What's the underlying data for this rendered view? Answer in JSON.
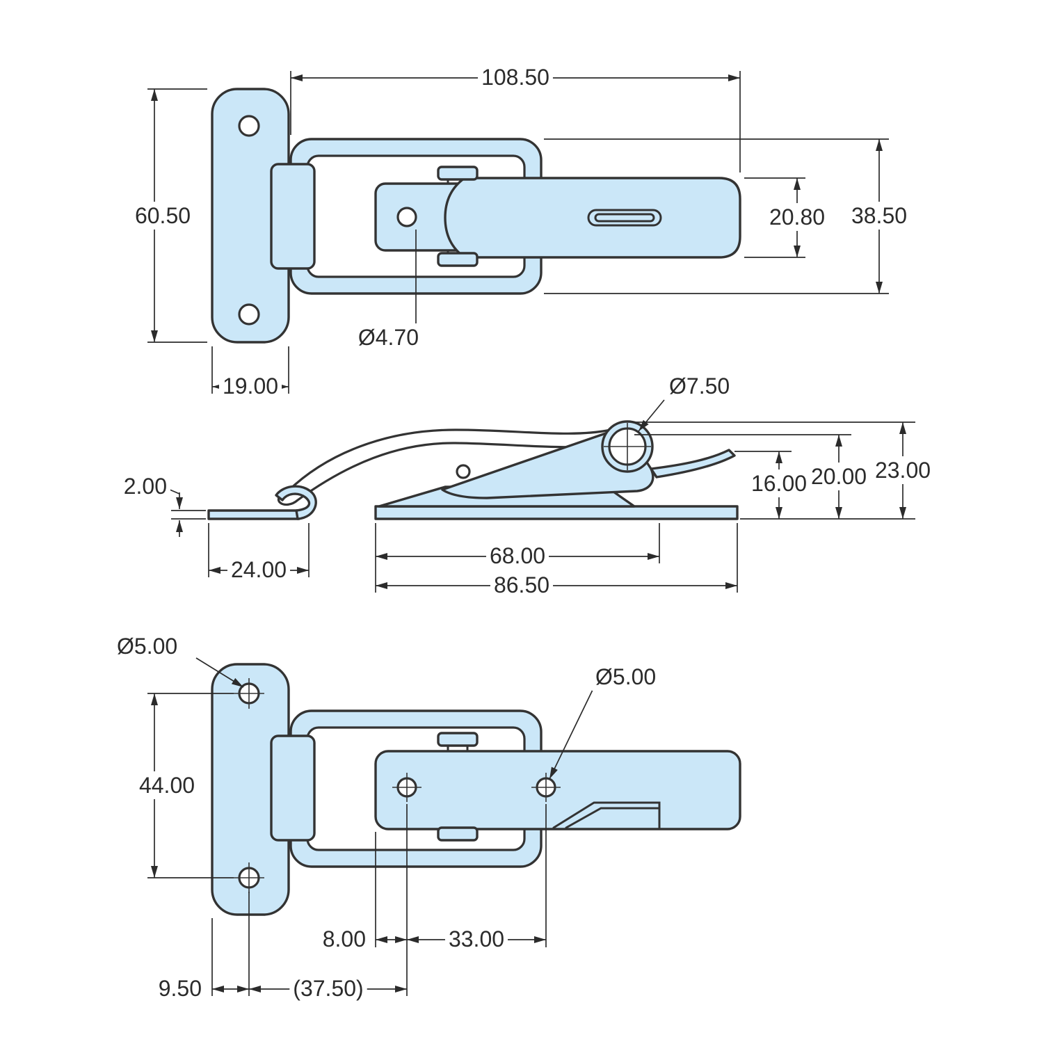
{
  "colors": {
    "part_fill": "#cbe7f8",
    "part_stroke": "#333333",
    "dim_color": "#2b2b2b",
    "background": "#ffffff"
  },
  "views": {
    "top": {
      "dims": {
        "overall_length": "108.50",
        "plate_height": "60.50",
        "lever_width": "20.80",
        "frame_width": "38.50",
        "tongue_hole_dia": "Ø4.70",
        "plate_width": "19.00"
      }
    },
    "side": {
      "dims": {
        "pivot_hole_dia": "Ø7.50",
        "keeper_thickness": "2.00",
        "keeper_length": "24.00",
        "base_length": "68.00",
        "overall_length": "86.50",
        "height_to_tail": "16.00",
        "height_to_spring": "20.00",
        "overall_height": "23.00"
      }
    },
    "bottom": {
      "dims": {
        "plate_hole_dia": "Ø5.00",
        "lever_hole_dia": "Ø5.00",
        "plate_hole_spacing": "44.00",
        "lever_hole_offset": "8.00",
        "lever_hole_spacing": "33.00",
        "plate_edge_offset": "9.50",
        "reference_spacing": "(37.50)"
      }
    }
  }
}
